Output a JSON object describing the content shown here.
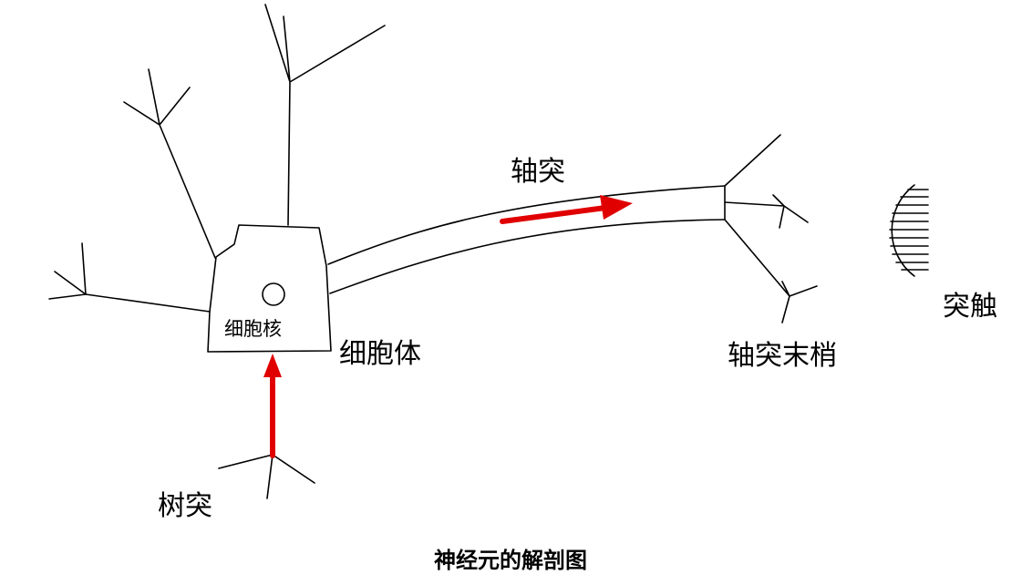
{
  "labels": {
    "nucleus": "细胞核",
    "cell_body": "细胞体",
    "axon": "轴突",
    "axon_terminal": "轴突末梢",
    "synapse": "突触",
    "dendrite": "树突"
  },
  "caption": "神经元的解剖图",
  "colors": {
    "line": "#000000",
    "arrow": "#e00000",
    "background": "#ffffff"
  }
}
